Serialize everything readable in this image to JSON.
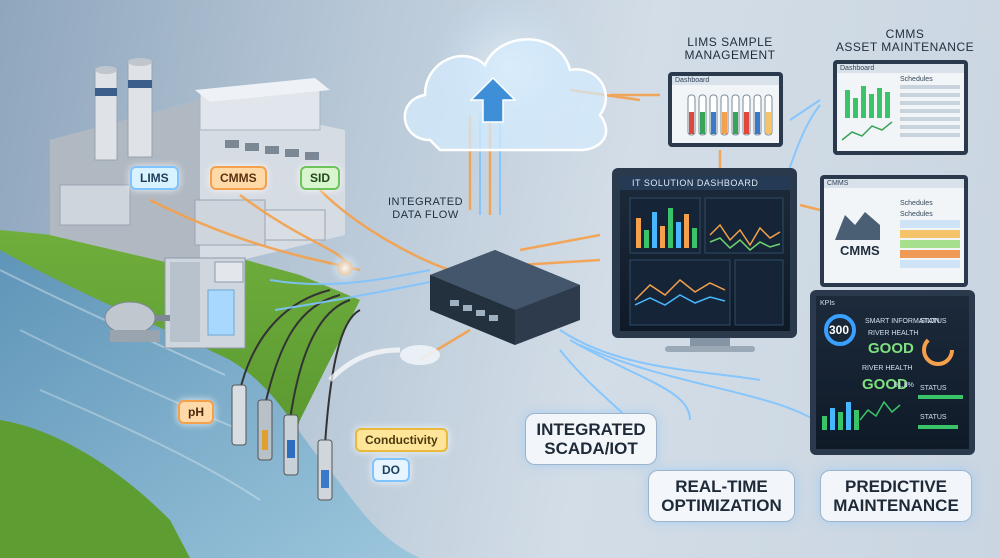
{
  "labels": {
    "integrated_data_flow": "Integrated\nData Flow",
    "lims_sample_management": "LIMS Sample\nManagement",
    "cmms_asset_maintenance": "CMMS\nAsset Maintenance",
    "it_solution_dashboard": "IT Solution Dashboard",
    "integrated_scada_iot": "Integrated\nSCADA/IoT",
    "realtime_optimization": "Real-Time\nOptimization",
    "predictive_maintenance": "Predictive\nMaintenance"
  },
  "building_tags": {
    "lims": "LIMS",
    "cmms": "CMMS",
    "sid": "SID"
  },
  "sensor_tags": {
    "ph": "pH",
    "conductivity": "Conductivity",
    "do": "DO"
  },
  "lims_screen": {
    "header": "Dashboard"
  },
  "cmms_top_screen": {
    "header": "Dashboard",
    "schedules": "Schedules"
  },
  "cmms_mid_screen": {
    "header": "CMMS",
    "logo_text": "CMMS",
    "schedules": "Schedules",
    "schedules2": "Schedules"
  },
  "kpi_screen": {
    "kpis": "KPIs",
    "kpi_value": "300",
    "smart_information": "Smart Information",
    "river_health_1": "River Health",
    "good_1": "GOOD",
    "river_health_2": "River Health",
    "good_2": "GOOD",
    "status_1": "Status",
    "status_2": "Status",
    "status_3": "Status",
    "pct": "91.8%"
  },
  "colors": {
    "lims_tag": "#d9f2ff",
    "cmms_tag": "#ffd9a8",
    "sid_tag": "#d9f5d0",
    "ph_tag": "#ffd9a8",
    "conductivity_tag": "#ffe59a",
    "do_tag": "#e6f4ff",
    "flow_orange": "#f5a04a",
    "flow_blue": "#7fc4ff"
  }
}
